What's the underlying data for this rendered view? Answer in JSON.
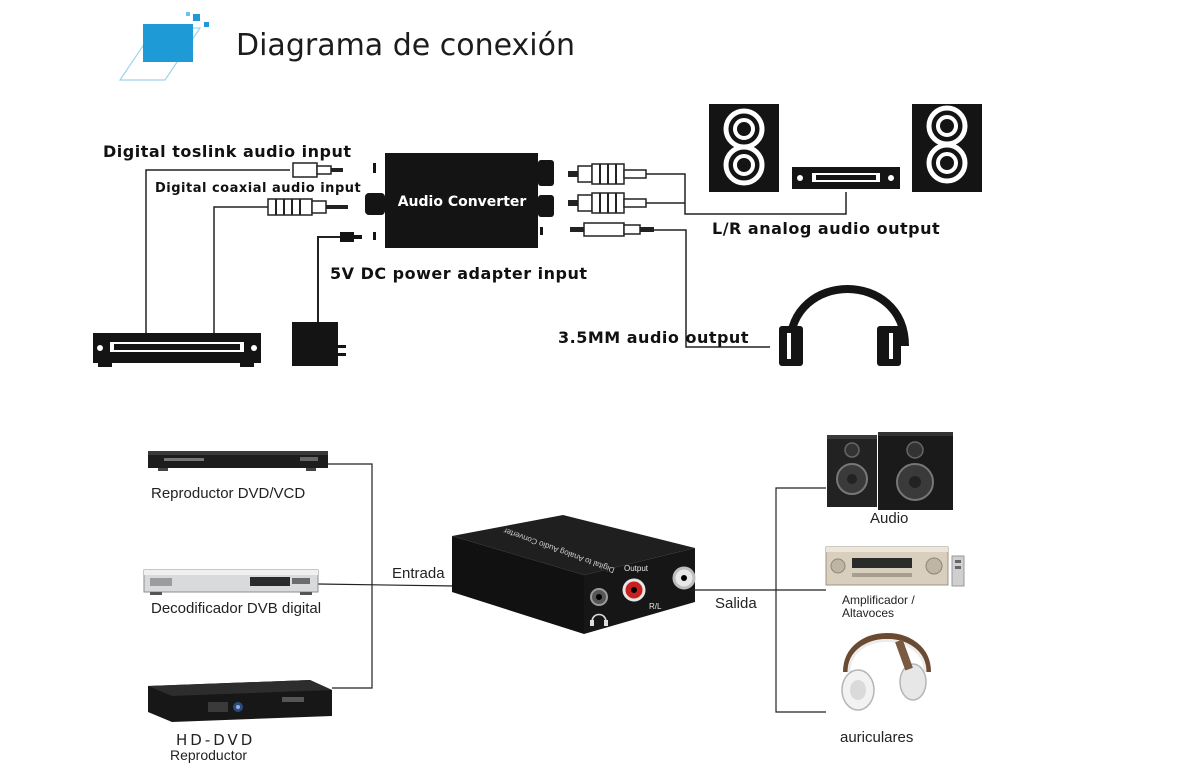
{
  "header": {
    "title": "Diagrama de conexión"
  },
  "top_diagram": {
    "converter_label": "Audio Converter",
    "toslink_label": "Digital  toslink audio input",
    "coaxial_label": "Digital  coaxial audio input",
    "power_label": "5V DC power adapter input",
    "analog_label": "L/R analog audio output",
    "jack_label": "3.5MM audio output"
  },
  "bottom_diagram": {
    "sources": [
      {
        "label": "Reproductor DVD/VCD"
      },
      {
        "label": "Decodificador DVB digital"
      },
      {
        "label": "HD-DVD",
        "sublabel": "Reproductor"
      }
    ],
    "input_label": "Entrada",
    "output_label": "Salida",
    "device_panel_label": "Output",
    "device_rl_label": "R/L",
    "device_top_text": "Digital to Analog Audio Converter",
    "destinations": [
      {
        "label": "Audio"
      },
      {
        "label": "Amplificador /",
        "label2": "Altavoces"
      },
      {
        "label": "auriculares"
      }
    ]
  },
  "colors": {
    "accent_blue": "#1e9bd7",
    "device_black": "#141414",
    "rca_red": "#c8201e"
  }
}
